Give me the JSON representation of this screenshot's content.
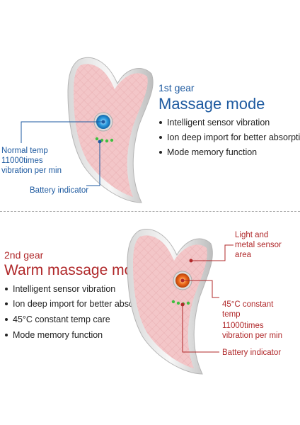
{
  "section1": {
    "gear": "1st gear",
    "mode": "Massage mode",
    "features": [
      "Intelligent sensor vibration",
      "Ion deep import for better absorption",
      "Mode memory function"
    ],
    "temp_label_line1": "Normal temp",
    "temp_label_line2": "11000times",
    "temp_label_line3": "vibration per min",
    "battery_label": "Battery indicator",
    "accent_color": "#1e5aa0",
    "button_color": "#2a9be0"
  },
  "section2": {
    "gear": "2nd gear",
    "mode": "Warm massage mode",
    "features": [
      "Intelligent sensor vibration",
      "Ion deep import for better absorption",
      "45°C constant temp care",
      "Mode memory function"
    ],
    "sensor_label_line1": "Light and",
    "sensor_label_line2": "metal sensor area",
    "temp_label_line1": "45°C constant",
    "temp_label_line2": "temp",
    "temp_label_line3": "11000times",
    "temp_label_line4": "vibration per min",
    "battery_label": "Battery indicator",
    "accent_color": "#b0282a",
    "button_color": "#ef6a1c"
  },
  "device_color": "#f3c6c8",
  "led_color": "#3fbf3f"
}
